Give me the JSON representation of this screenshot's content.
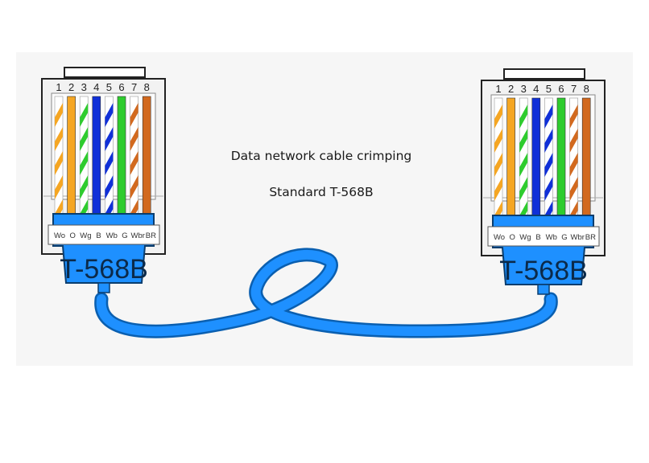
{
  "captions": {
    "line1": "Data network cable crimping",
    "line2": "Standard T-568B"
  },
  "connector": {
    "standard_label": "T-568B",
    "pins": [
      "1",
      "2",
      "3",
      "4",
      "5",
      "6",
      "7",
      "8"
    ],
    "wire_labels": [
      "Wo",
      "O",
      "Wg",
      "B",
      "Wb",
      "G",
      "Wbr",
      "BR"
    ],
    "wires": [
      {
        "pin": "1",
        "color": "#f5a623",
        "striped": true
      },
      {
        "pin": "2",
        "color": "#f5a623",
        "striped": false
      },
      {
        "pin": "3",
        "color": "#2ecc2e",
        "striped": true
      },
      {
        "pin": "4",
        "color": "#1030d8",
        "striped": false
      },
      {
        "pin": "5",
        "color": "#1030d8",
        "striped": true
      },
      {
        "pin": "6",
        "color": "#2ecc2e",
        "striped": false
      },
      {
        "pin": "7",
        "color": "#d2691e",
        "striped": true
      },
      {
        "pin": "8",
        "color": "#d2691e",
        "striped": false
      }
    ]
  },
  "colors": {
    "cable": "#1e90ff",
    "boot": "#1e90ff",
    "housing": "#f2f2f2",
    "outline": "#222222"
  }
}
